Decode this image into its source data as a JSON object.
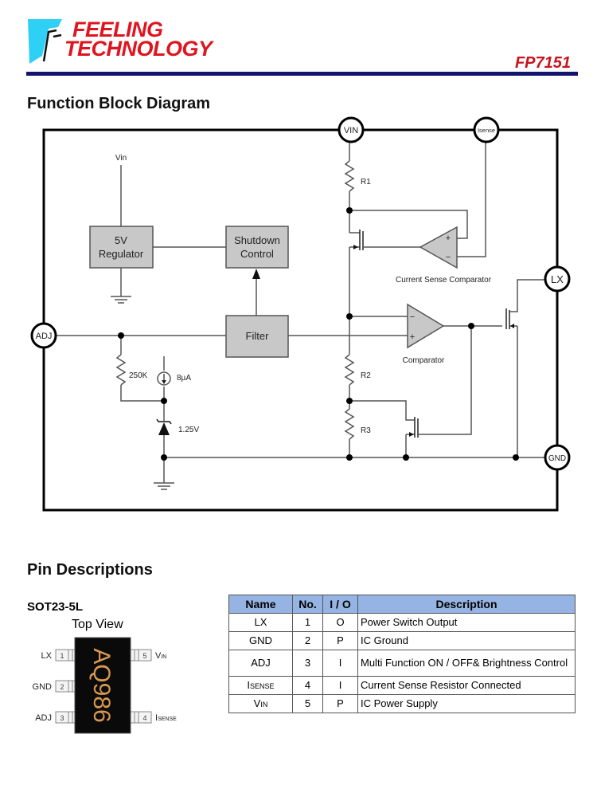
{
  "header": {
    "company_line1": "FEELING",
    "company_line2": "TECHNOLOGY",
    "part_number": "FP7151",
    "brand_red": "#e0141e",
    "rule_color": "#14146e"
  },
  "block_diagram": {
    "title": "Function Block Diagram",
    "pins": {
      "vin": "VIN",
      "isense": "Isense",
      "lx": "LX",
      "adj": "ADJ",
      "gnd": "GND"
    },
    "blocks": {
      "regulator_line1": "5V",
      "regulator_line2": "Regulator",
      "shutdown_line1": "Shutdown",
      "shutdown_line2": "Control",
      "filter": "Filter"
    },
    "labels": {
      "vin_net": "Vin",
      "r1": "R1",
      "r2": "R2",
      "r3": "R3",
      "r_adj": "250K",
      "current_source": "8µA",
      "zener": "1.25V",
      "current_sense_comparator": "Current Sense Comparator",
      "comparator": "Comparator",
      "plus": "+",
      "minus": "−"
    }
  },
  "pin_descriptions": {
    "title": "Pin Descriptions",
    "package": "SOT23-5L",
    "view": "Top View",
    "marking": "AQ986",
    "package_pins": [
      {
        "num": "1",
        "label": "LX"
      },
      {
        "num": "2",
        "label": "GND"
      },
      {
        "num": "3",
        "label": "ADJ"
      },
      {
        "num": "4",
        "label_main": "I",
        "label_sub": "SENSE"
      },
      {
        "num": "5",
        "label_main": "V",
        "label_sub": "IN"
      }
    ],
    "table": {
      "headers": [
        "Name",
        "No.",
        "I / O",
        "Description"
      ],
      "rows": [
        {
          "name": "LX",
          "no": "1",
          "io": "O",
          "desc": "Power Switch Output"
        },
        {
          "name": "GND",
          "no": "2",
          "io": "P",
          "desc": "IC Ground"
        },
        {
          "name": "ADJ",
          "no": "3",
          "io": "I",
          "desc": "Multi Function ON / OFF& Brightness Control"
        },
        {
          "name_main": "I",
          "name_sub": "SENSE",
          "no": "4",
          "io": "I",
          "desc": "Current Sense Resistor Connected"
        },
        {
          "name_main": "V",
          "name_sub": "IN",
          "no": "5",
          "io": "P",
          "desc": "IC Power Supply"
        }
      ]
    }
  }
}
